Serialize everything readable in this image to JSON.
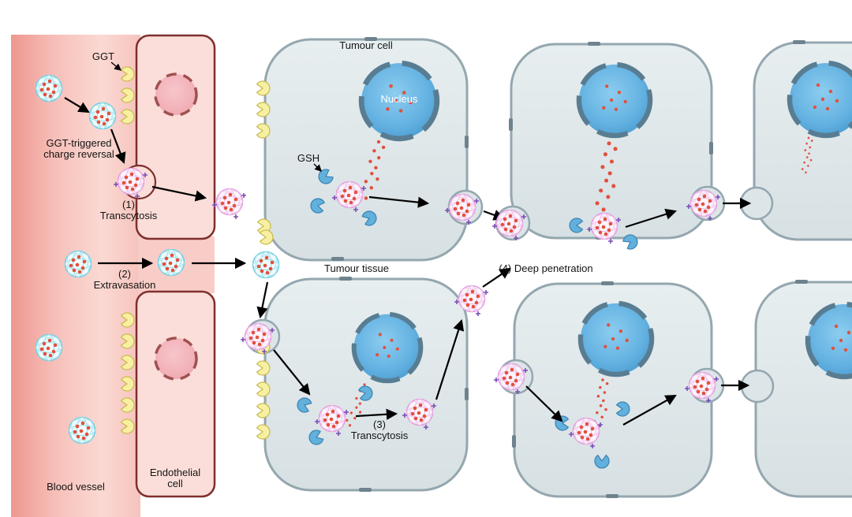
{
  "diagram": {
    "labels": {
      "ggt": "GGT",
      "ggt_trigger_1": "GGT-triggered",
      "ggt_trigger_2": "charge reversal",
      "step1_num": "(1)",
      "step1": "Transcytosis",
      "step2_num": "(2)",
      "step2": "Extravasation",
      "step3_num": "(3)",
      "step3": "Transcytosis",
      "step4": "(4) Deep penetration",
      "tumour_cell": "Tumour cell",
      "tumour_tissue": "Tumour tissue",
      "nucleus": "Nucleus",
      "gsh": "GSH",
      "blood_vessel": "Blood vessel",
      "endothelial_1": "Endothelial",
      "endothelial_2": "cell"
    },
    "colors": {
      "blood_vessel": "#f2a49e",
      "endothelial_fill": "#fbded9",
      "endothelial_stroke": "#7e2f2e",
      "endothelial_nucleus": "#f0acb2",
      "tumour_cell_fill": "#e0e8ea",
      "tumour_cell_stroke": "#94a7af",
      "nucleus_fill": "#56aadf",
      "nucleus_stroke": "#587d92",
      "ggt_enzyme": "#f7f0a2",
      "gsh_enzyme": "#62b0dc",
      "nanoparticle_blood": "#72cfe2",
      "nanoparticle_charge_reversed": "#e39fdf",
      "drug_dot": "#e2503c",
      "charge_plus": "#7a4fb5",
      "arrow": "#000000"
    }
  }
}
